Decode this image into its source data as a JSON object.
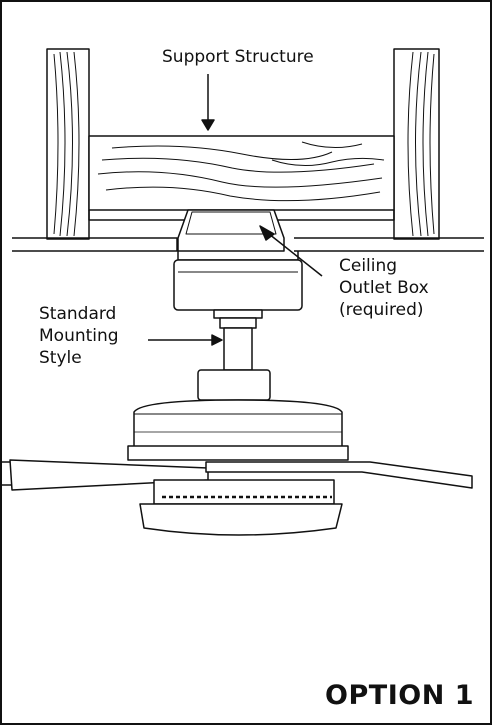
{
  "labels": {
    "support_structure": "Support Structure",
    "ceiling_outlet_box": "Ceiling\nOutlet Box\n(required)",
    "standard_mounting_style": "Standard\nMounting\nStyle"
  },
  "option_label": "OPTION 1",
  "colors": {
    "line": "#111111",
    "background": "#ffffff"
  }
}
